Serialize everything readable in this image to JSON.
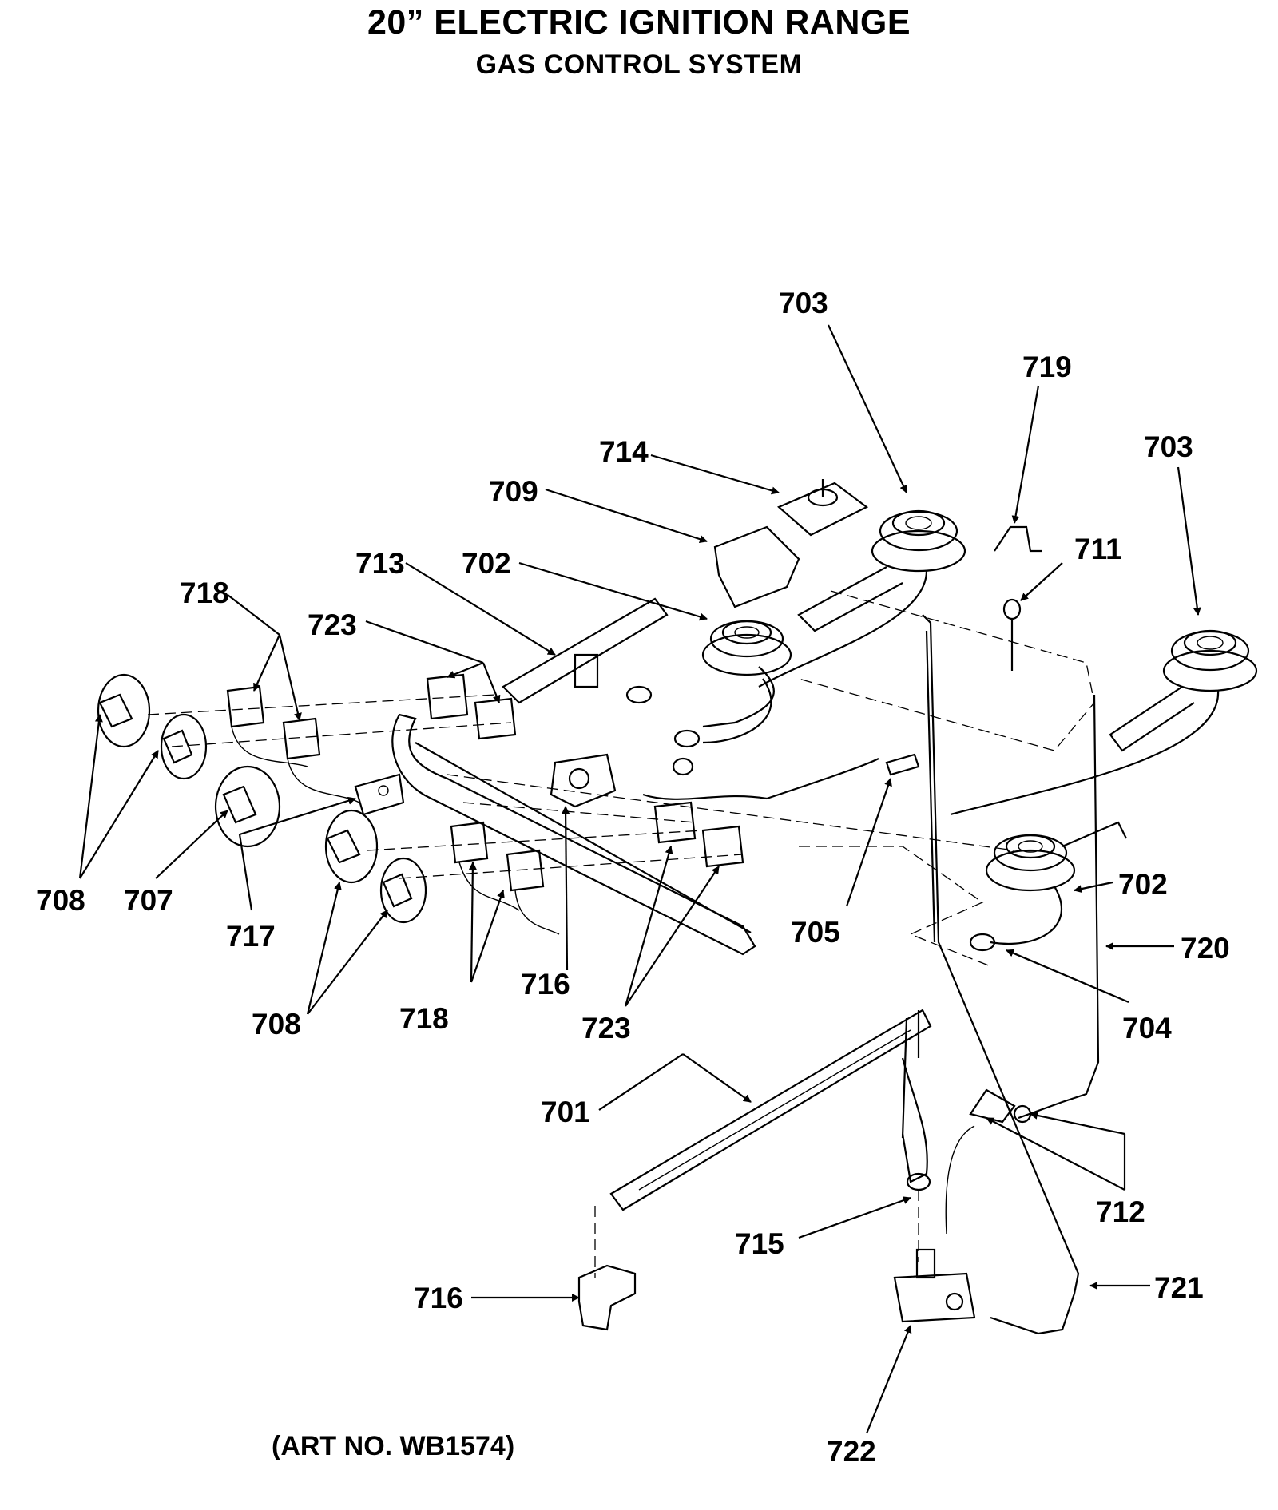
{
  "title": "20” ELECTRIC IGNITION RANGE",
  "subtitle": "GAS CONTROL SYSTEM",
  "art_number": "(ART NO. WB1574)",
  "callouts": [
    {
      "id": "c703a",
      "label": "703"
    },
    {
      "id": "c719",
      "label": "719"
    },
    {
      "id": "c703b",
      "label": "703"
    },
    {
      "id": "c714",
      "label": "714"
    },
    {
      "id": "c709",
      "label": "709"
    },
    {
      "id": "c711",
      "label": "711"
    },
    {
      "id": "c713",
      "label": "713"
    },
    {
      "id": "c702a",
      "label": "702"
    },
    {
      "id": "c718a",
      "label": "718"
    },
    {
      "id": "c723a",
      "label": "723"
    },
    {
      "id": "c708a",
      "label": "708"
    },
    {
      "id": "c707",
      "label": "707"
    },
    {
      "id": "c717",
      "label": "717"
    },
    {
      "id": "c705",
      "label": "705"
    },
    {
      "id": "c702b",
      "label": "702"
    },
    {
      "id": "c720",
      "label": "720"
    },
    {
      "id": "c708b",
      "label": "708"
    },
    {
      "id": "c718b",
      "label": "718"
    },
    {
      "id": "c716a",
      "label": "716"
    },
    {
      "id": "c723b",
      "label": "723"
    },
    {
      "id": "c704",
      "label": "704"
    },
    {
      "id": "c701",
      "label": "701"
    },
    {
      "id": "c712",
      "label": "712"
    },
    {
      "id": "c715",
      "label": "715"
    },
    {
      "id": "c716b",
      "label": "716"
    },
    {
      "id": "c721",
      "label": "721"
    },
    {
      "id": "c722",
      "label": "722"
    }
  ]
}
